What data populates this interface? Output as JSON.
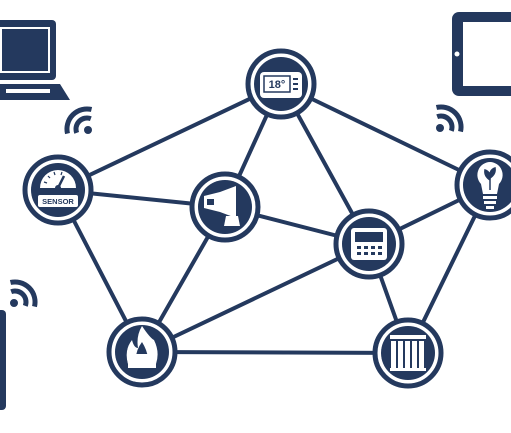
{
  "colors": {
    "navy": "#24395e",
    "white": "#ffffff"
  },
  "nodes": [
    {
      "id": "thermostat",
      "icon": "thermostat-icon",
      "label": "18°"
    },
    {
      "id": "sensor",
      "icon": "sensor-gauge-icon",
      "label": "SENSOR"
    },
    {
      "id": "alarm",
      "icon": "alarm-siren-icon",
      "label": ""
    },
    {
      "id": "keypad",
      "icon": "keypad-panel-icon",
      "label": ""
    },
    {
      "id": "bulb",
      "icon": "smart-bulb-icon",
      "label": ""
    },
    {
      "id": "fire",
      "icon": "fire-alarm-icon",
      "label": ""
    },
    {
      "id": "heater",
      "icon": "radiator-icon",
      "label": ""
    }
  ],
  "devices": [
    {
      "id": "laptop",
      "icon": "laptop-icon"
    },
    {
      "id": "tablet",
      "icon": "tablet-icon"
    },
    {
      "id": "phone",
      "icon": "phone-icon"
    }
  ],
  "links": [
    [
      "thermostat",
      "sensor"
    ],
    [
      "thermostat",
      "alarm"
    ],
    [
      "thermostat",
      "keypad"
    ],
    [
      "thermostat",
      "bulb"
    ],
    [
      "sensor",
      "alarm"
    ],
    [
      "sensor",
      "fire"
    ],
    [
      "alarm",
      "keypad"
    ],
    [
      "alarm",
      "fire"
    ],
    [
      "keypad",
      "bulb"
    ],
    [
      "keypad",
      "fire"
    ],
    [
      "keypad",
      "heater"
    ],
    [
      "bulb",
      "heater"
    ],
    [
      "fire",
      "heater"
    ]
  ]
}
